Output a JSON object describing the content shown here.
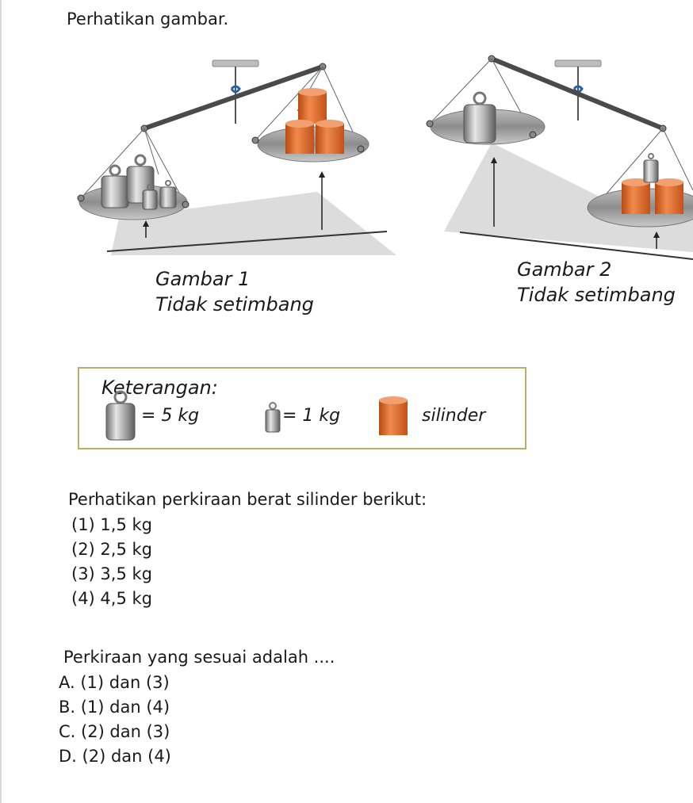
{
  "intro": "Perhatikan gambar.",
  "figure": {
    "caption1": {
      "title": "Gambar 1",
      "status": "Tidak setimbang"
    },
    "caption2": {
      "title": "Gambar 2",
      "status": "Tidak setimbang"
    }
  },
  "legend": {
    "title": "Keterangan:",
    "item_5kg": "= 5 kg",
    "item_1kg": "= 1 kg",
    "item_cylinder": "silinder"
  },
  "prompt": "Perhatikan perkiraan berat silinder berikut:",
  "estimates": [
    "(1) 1,5 kg",
    "(2) 2,5 kg",
    "(3) 3,5 kg",
    "(4) 4,5 kg"
  ],
  "question": "Perkiraan yang sesuai adalah ....",
  "options": [
    "A. (1) dan (3)",
    "B. (1) dan (4)",
    "C. (2) dan (3)",
    "D. (2) dan (4)"
  ],
  "colors": {
    "cylinder": "#e0682a",
    "weight": "#a8a8a8",
    "legend_border": "#b9ae6b",
    "shadow": "#dcdcdc"
  }
}
